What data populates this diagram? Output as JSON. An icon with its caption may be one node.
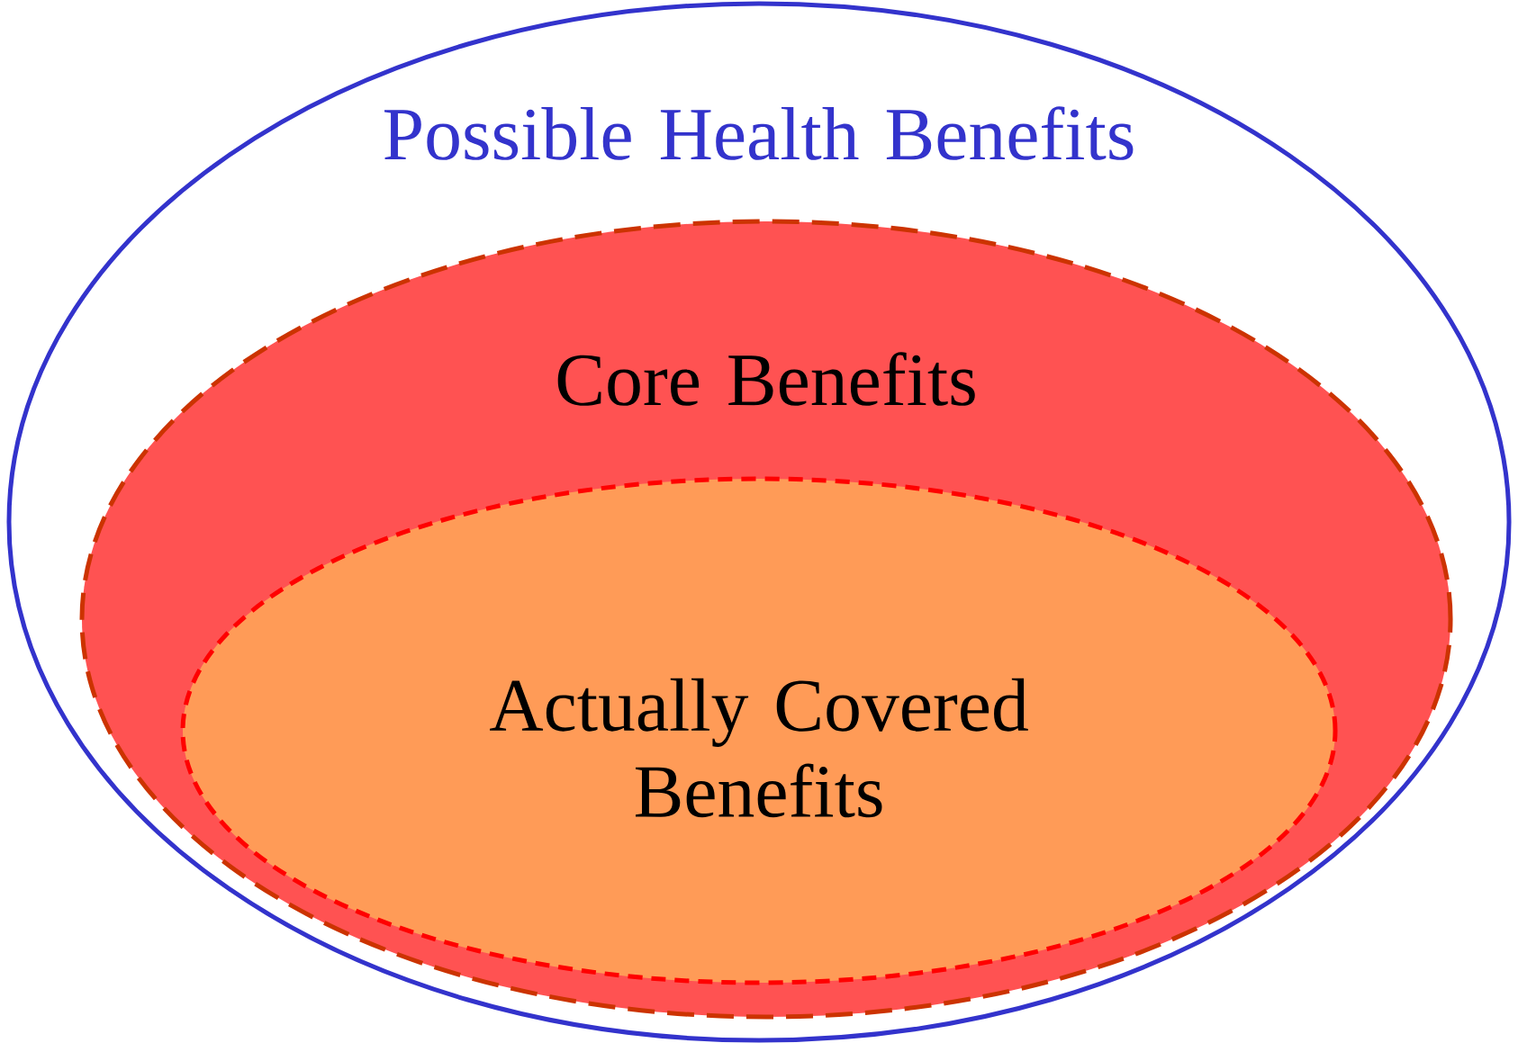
{
  "diagram": {
    "nodes": [
      {
        "text": [
          "Possible Health Benefits"
        ]
      },
      {
        "text": [
          "Core Benefits"
        ],
        "in": 0
      },
      {
        "text": [
          "Actually Covered Benefits"
        ],
        "in": 1
      }
    ]
  }
}
